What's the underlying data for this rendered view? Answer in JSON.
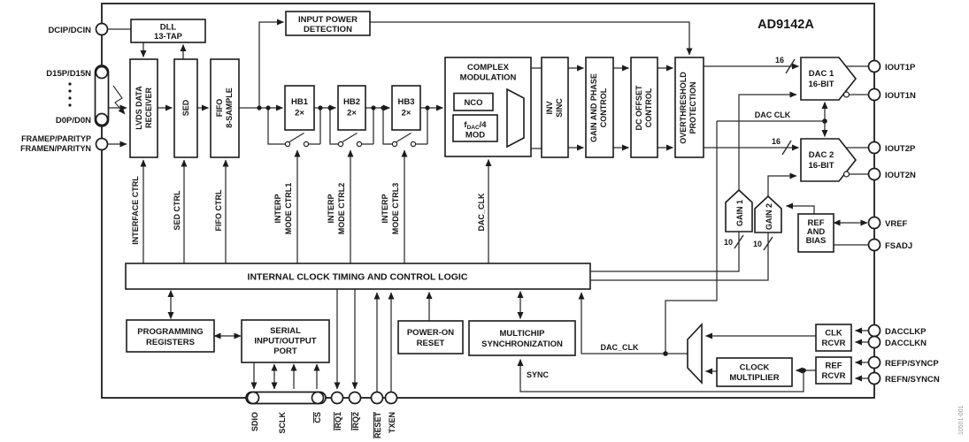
{
  "chip": {
    "part": "AD9142A",
    "watermark": "10501-001"
  },
  "pins": {
    "left": [
      "DCIP/DCIN",
      "D15P/D15N",
      "D0P/D0N",
      "FRAMEP/PARITYP",
      "FRAMEN/PARITYN"
    ],
    "right": [
      "IOUT1P",
      "IOUT1N",
      "IOUT2P",
      "IOUT2N",
      "VREF",
      "FSADJ",
      "DACCLKP",
      "DACCLKN",
      "REFP/SYNCP",
      "REFN/SYNCN"
    ],
    "bottom": [
      "SDIO",
      "SCLK",
      "CS",
      "IRQ1",
      "IRQ2",
      "RESET",
      "TXEN"
    ]
  },
  "blocks": {
    "dll": [
      "DLL",
      "13-TAP"
    ],
    "lvds": [
      "LVDS DATA",
      "RECEIVER"
    ],
    "sed": "SED",
    "fifo": [
      "FIFO",
      "8-SAMPLE"
    ],
    "ipd": [
      "INPUT POWER",
      "DETECTION"
    ],
    "hb1": [
      "HB1",
      "2×"
    ],
    "hb2": [
      "HB2",
      "2×"
    ],
    "hb3": [
      "HB3",
      "2×"
    ],
    "cm": [
      "COMPLEX",
      "MODULATION"
    ],
    "nco": "NCO",
    "fdac": {
      "f": "f",
      "sub": "DAC",
      "div": "/4",
      "mod": "MOD"
    },
    "invsinc": [
      "INV",
      "SINC"
    ],
    "gpc": [
      "GAIN AND PHASE",
      "CONTROL"
    ],
    "dco": [
      "DC OFFSET",
      "CONTROL"
    ],
    "otp": [
      "OVERTHRESHOLD",
      "PROTECTION"
    ],
    "dac1": [
      "DAC 1",
      "16-BIT"
    ],
    "dac2": [
      "DAC 2",
      "16-BIT"
    ],
    "gain1": "GAIN 1",
    "gain2": "GAIN 2",
    "refbias": [
      "REF",
      "AND",
      "BIAS"
    ],
    "ctl": "INTERNAL CLOCK TIMING AND CONTROL LOGIC",
    "preg": [
      "PROGRAMMING",
      "REGISTERS"
    ],
    "sport": [
      "SERIAL",
      "INPUT/OUTPUT",
      "PORT"
    ],
    "por": [
      "POWER-ON",
      "RESET"
    ],
    "msync": [
      "MULTICHIP",
      "SYNCHRONIZATION"
    ],
    "cmult": [
      "CLOCK",
      "MULTIPLIER"
    ],
    "clkrcvr": [
      "CLK",
      "RCVR"
    ],
    "refrcvr": [
      "REF",
      "RCVR"
    ]
  },
  "signals": {
    "interface_ctrl": "INTERFACE CTRL",
    "sed_ctrl": "SED CTRL",
    "fifo_ctrl": "FIFO CTRL",
    "interp1": [
      "INTERP",
      "MODE CTRL1"
    ],
    "interp2": [
      "INTERP",
      "MODE CTRL2"
    ],
    "interp3": [
      "INTERP",
      "MODE CTRL3"
    ],
    "dac_clk_core": "DAC_CLK",
    "dac_clk": "DAC CLK",
    "dac_clk_mux": "DAC_CLK",
    "sync": "SYNC",
    "bus16": "16",
    "bus10": "10"
  }
}
